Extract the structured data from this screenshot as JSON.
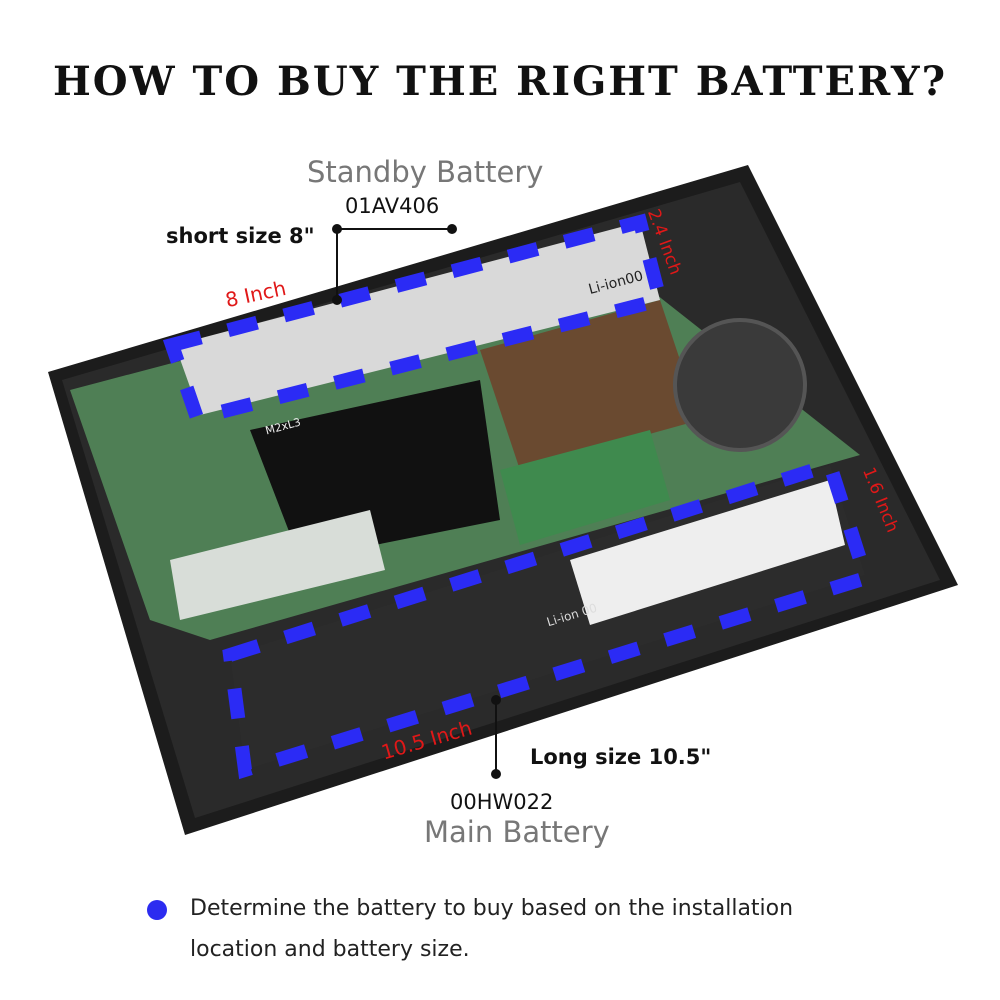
{
  "title": "HOW TO BUY THE RIGHT BATTERY?",
  "standby": {
    "name": "Standby Battery",
    "model": "01AV406",
    "size_label": "short size 8\"",
    "dim_long": "8 Inch",
    "dim_short": "2.4 Inch",
    "cell_label": "Li-ion00"
  },
  "main": {
    "name": "Main Battery",
    "model": "00HW022",
    "size_label": "Long size 10.5\"",
    "dim_long": "10.5 Inch",
    "dim_short": "1.6 Inch",
    "cell_label": "Li-ion 00"
  },
  "board_label": "M2xL3",
  "note": {
    "line1": "Determine the battery to buy based on the installation",
    "line2": "location and battery size."
  },
  "colors": {
    "dash": "#2b2bf5",
    "measure": "#e01818"
  }
}
